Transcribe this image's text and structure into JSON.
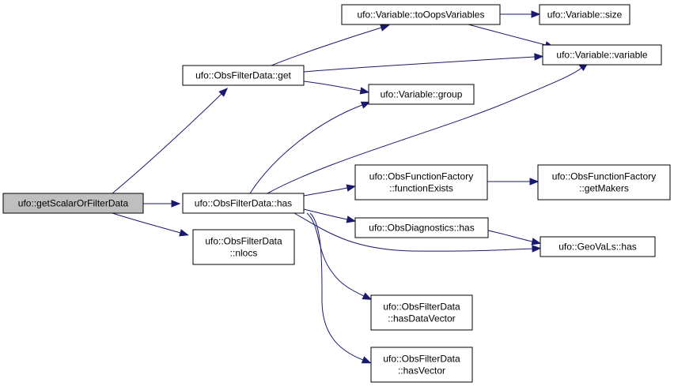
{
  "graph": {
    "nodes": [
      {
        "id": "root",
        "lines": [
          "ufo::getScalarOrFilterData"
        ],
        "highlight": true
      },
      {
        "id": "get",
        "lines": [
          "ufo::ObsFilterData::get"
        ]
      },
      {
        "id": "has",
        "lines": [
          "ufo::ObsFilterData::has"
        ]
      },
      {
        "id": "nlocs",
        "lines": [
          "ufo::ObsFilterData",
          "::nlocs"
        ]
      },
      {
        "id": "toOops",
        "lines": [
          "ufo::Variable::toOopsVariables"
        ]
      },
      {
        "id": "size",
        "lines": [
          "ufo::Variable::size"
        ]
      },
      {
        "id": "variable",
        "lines": [
          "ufo::Variable::variable"
        ]
      },
      {
        "id": "group",
        "lines": [
          "ufo::Variable::group"
        ]
      },
      {
        "id": "funcExists",
        "lines": [
          "ufo::ObsFunctionFactory",
          "::functionExists"
        ]
      },
      {
        "id": "getMakers",
        "lines": [
          "ufo::ObsFunctionFactory",
          "::getMakers"
        ]
      },
      {
        "id": "diagHas",
        "lines": [
          "ufo::ObsDiagnostics::has"
        ]
      },
      {
        "id": "geovalsHas",
        "lines": [
          "ufo::GeoVaLs::has"
        ]
      },
      {
        "id": "hasDataVector",
        "lines": [
          "ufo::ObsFilterData",
          "::hasDataVector"
        ]
      },
      {
        "id": "hasVector",
        "lines": [
          "ufo::ObsFilterData",
          "::hasVector"
        ]
      }
    ],
    "edges": [
      {
        "from": "root",
        "to": "get"
      },
      {
        "from": "root",
        "to": "has"
      },
      {
        "from": "root",
        "to": "nlocs"
      },
      {
        "from": "get",
        "to": "toOops"
      },
      {
        "from": "get",
        "to": "variable"
      },
      {
        "from": "get",
        "to": "group"
      },
      {
        "from": "toOops",
        "to": "size"
      },
      {
        "from": "toOops",
        "to": "variable"
      },
      {
        "from": "has",
        "to": "group"
      },
      {
        "from": "has",
        "to": "variable"
      },
      {
        "from": "has",
        "to": "funcExists"
      },
      {
        "from": "has",
        "to": "diagHas"
      },
      {
        "from": "has",
        "to": "geovalsHas"
      },
      {
        "from": "has",
        "to": "hasDataVector"
      },
      {
        "from": "has",
        "to": "hasVector"
      },
      {
        "from": "funcExists",
        "to": "getMakers"
      },
      {
        "from": "diagHas",
        "to": "geovalsHas"
      }
    ],
    "colors": {
      "edge": "#191970",
      "node_border": "#000000",
      "highlight_fill": "#bfbfbf"
    }
  }
}
